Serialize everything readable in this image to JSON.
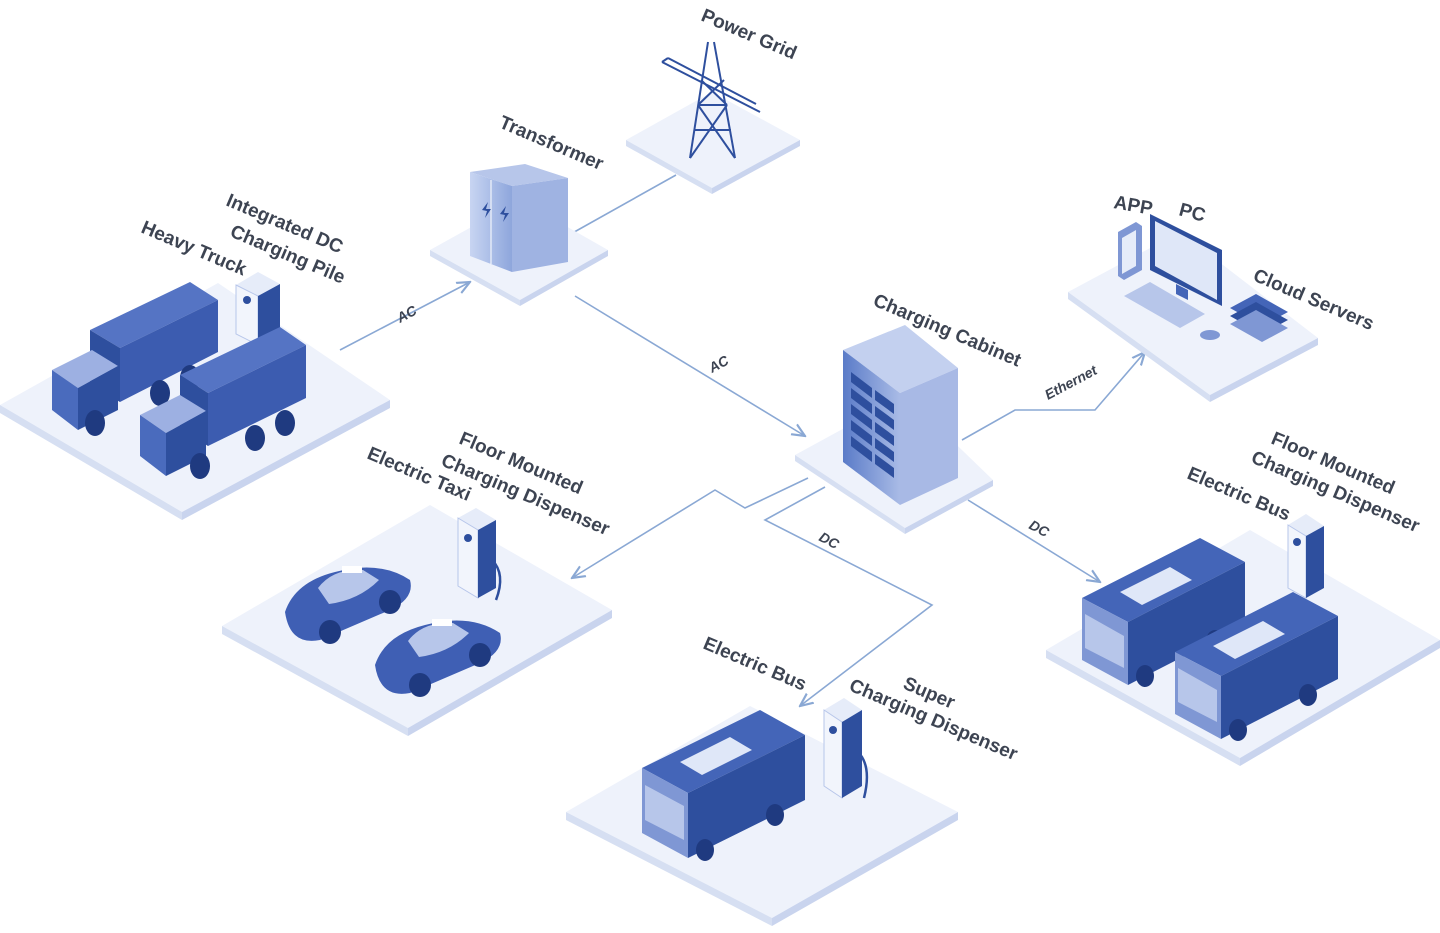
{
  "nodes": {
    "power_grid": "Power Grid",
    "transformer": "Transformer",
    "charging_cabinet": "Charging Cabinet",
    "heavy_truck": "Heavy Truck",
    "integrated_pile_line1": "Integrated DC",
    "integrated_pile_line2": "Charging Pile",
    "app": "APP",
    "pc": "PC",
    "cloud_servers": "Cloud Servers",
    "taxi_dispenser_line1": "Floor Mounted",
    "taxi_dispenser_line2": "Charging Dispenser",
    "electric_taxi": "Electric Taxi",
    "super_dispenser_line1": "Super",
    "super_dispenser_line2": "Charging Dispenser",
    "electric_bus_center": "Electric Bus",
    "bus_dispenser_line1": "Floor Mounted",
    "bus_dispenser_line2": "Charging Dispenser",
    "electric_bus_right": "Electric Bus"
  },
  "connections": {
    "ac_truck": "AC",
    "ac_cabinet": "AC",
    "ethernet": "Ethernet",
    "dc_center": "DC",
    "dc_right": "DC"
  },
  "colors": {
    "platform": "#eef2fb",
    "vehicle_blue": "#2e4f9e",
    "line": "#8aa8d4",
    "text": "#3d4452"
  }
}
